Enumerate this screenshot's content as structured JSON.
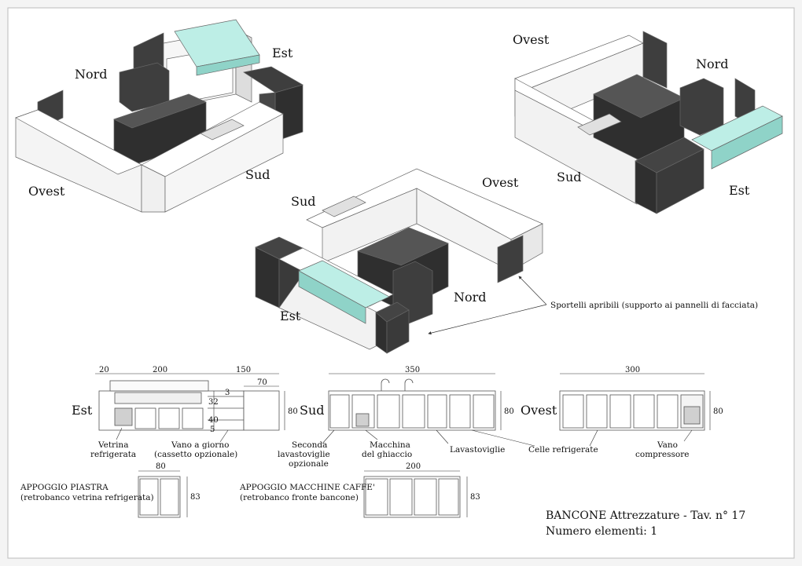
{
  "iso_top_left": {
    "nord": "Nord",
    "est": "Est",
    "ovest": "Ovest",
    "sud": "Sud"
  },
  "iso_top_right": {
    "ovest": "Ovest",
    "nord": "Nord",
    "sud": "Sud",
    "est": "Est"
  },
  "iso_center": {
    "sud": "Sud",
    "ovest": "Ovest",
    "nord": "Nord",
    "est": "Est"
  },
  "callout_doors": "Sportelli apribili (supporto ai pannelli di facciata)",
  "elev_est": {
    "label": "Est",
    "dims": {
      "d20": "20",
      "d200": "200",
      "d150": "150",
      "d70": "70",
      "d3": "3",
      "d32": "32",
      "d40": "40",
      "d5": "5",
      "d80": "80"
    },
    "lbl_vetrina_1": "Vetrina",
    "lbl_vetrina_2": "refrigerata",
    "lbl_vano_1": "Vano a giorno",
    "lbl_vano_2": "(cassetto opzionale)"
  },
  "elev_sud": {
    "label": "Sud",
    "dims": {
      "d350": "350",
      "d80": "80"
    },
    "lbl_seconda_1": "Seconda",
    "lbl_seconda_2": "lavastoviglie",
    "lbl_seconda_3": "opzionale",
    "lbl_macchina_1": "Macchina",
    "lbl_macchina_2": "del ghiaccio",
    "lbl_lava": "Lavastoviglie"
  },
  "elev_ovest": {
    "label": "Ovest",
    "dims": {
      "d300": "300",
      "d80": "80"
    },
    "lbl_celle": "Celle refrigerate",
    "lbl_vano_1": "Vano",
    "lbl_vano_2": "compressore"
  },
  "appoggio_piastra": {
    "title": "APPOGGIO PIASTRA",
    "subtitle": "(retrobanco vetrina refrigerata)",
    "dims": {
      "w": "80",
      "h": "83"
    }
  },
  "appoggio_caffe": {
    "title": "APPOGGIO MACCHINE CAFFE'",
    "subtitle": "(retrobanco fronte bancone)",
    "dims": {
      "w": "200",
      "h": "83"
    }
  },
  "title_block": {
    "line1": "BANCONE Attrezzature - Tav. n° 17",
    "line2": "Numero elementi: 1"
  },
  "colors": {
    "dark": "#3c3c3c",
    "glass": "#a8e0d8",
    "white": "#ffffff",
    "line": "#555555"
  }
}
